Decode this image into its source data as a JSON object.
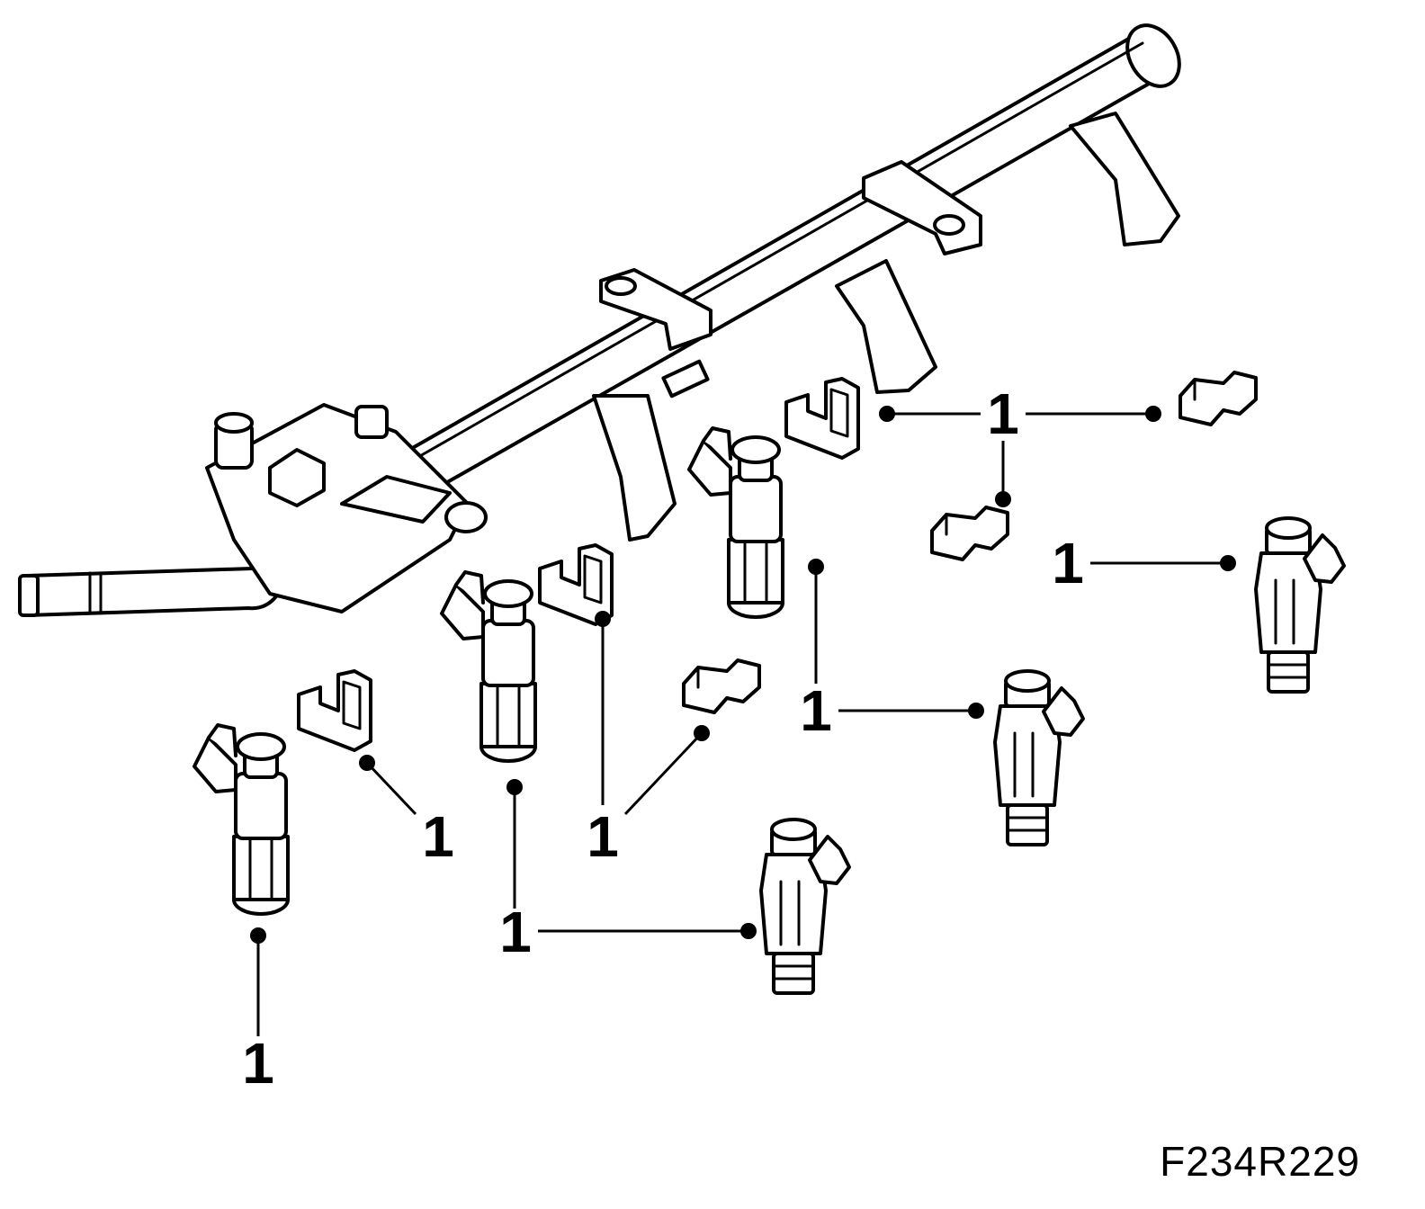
{
  "figure": {
    "code": "F234R229"
  },
  "callouts": [
    {
      "label": "1",
      "target": "retaining-clip"
    },
    {
      "label": "1",
      "target": "retaining-clip"
    },
    {
      "label": "1",
      "target": "retaining-clip"
    },
    {
      "label": "1",
      "target": "retaining-clip"
    },
    {
      "label": "1",
      "target": "fuel-injector"
    },
    {
      "label": "1",
      "target": "fuel-injector"
    },
    {
      "label": "1",
      "target": "fuel-injector"
    },
    {
      "label": "1",
      "target": "fuel-injector"
    },
    {
      "label": "1",
      "target": "fuel-injector"
    },
    {
      "label": "1",
      "target": "fuel-injector"
    }
  ],
  "colors": {
    "ink": "#000000",
    "paper": "#ffffff"
  }
}
